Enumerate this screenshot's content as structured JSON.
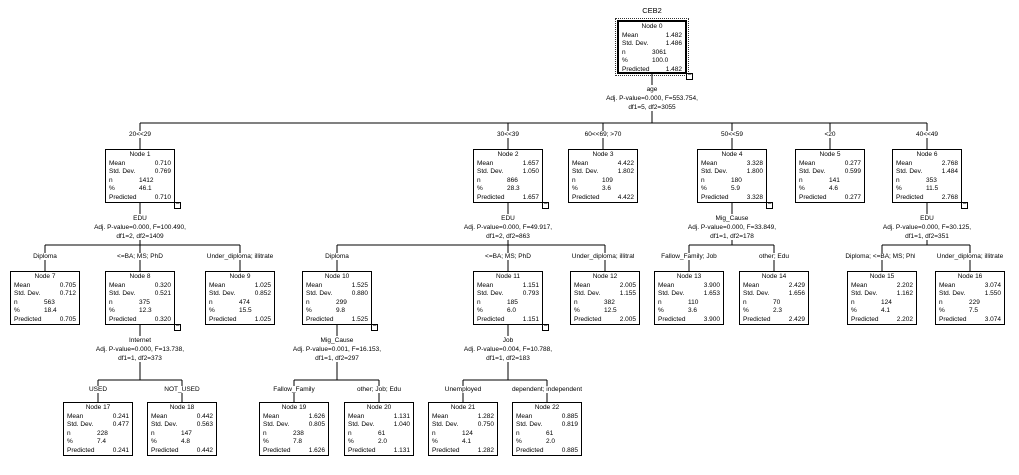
{
  "title": "CEB2",
  "labels": {
    "mean": "Mean",
    "sd": "Std. Dev.",
    "n": "n",
    "pct": "%",
    "pred": "Predicted",
    "node_prefix": "Node"
  },
  "nodes": [
    {
      "id": "0",
      "mean": "1.482",
      "sd": "1.486",
      "n": "3061",
      "pct": "100.0",
      "pred": "1.482"
    },
    {
      "id": "1",
      "mean": "0.710",
      "sd": "0.769",
      "n": "1412",
      "pct": "46.1",
      "pred": "0.710"
    },
    {
      "id": "2",
      "mean": "1.657",
      "sd": "1.050",
      "n": "866",
      "pct": "28.3",
      "pred": "1.657"
    },
    {
      "id": "3",
      "mean": "4.422",
      "sd": "1.802",
      "n": "109",
      "pct": "3.6",
      "pred": "4.422"
    },
    {
      "id": "4",
      "mean": "3.328",
      "sd": "1.800",
      "n": "180",
      "pct": "5.9",
      "pred": "3.328"
    },
    {
      "id": "5",
      "mean": "0.277",
      "sd": "0.599",
      "n": "141",
      "pct": "4.6",
      "pred": "0.277"
    },
    {
      "id": "6",
      "mean": "2.768",
      "sd": "1.484",
      "n": "353",
      "pct": "11.5",
      "pred": "2.768"
    },
    {
      "id": "7",
      "mean": "0.705",
      "sd": "0.712",
      "n": "563",
      "pct": "18.4",
      "pred": "0.705"
    },
    {
      "id": "8",
      "mean": "0.320",
      "sd": "0.521",
      "n": "375",
      "pct": "12.3",
      "pred": "0.320"
    },
    {
      "id": "9",
      "mean": "1.025",
      "sd": "0.852",
      "n": "474",
      "pct": "15.5",
      "pred": "1.025"
    },
    {
      "id": "10",
      "mean": "1.525",
      "sd": "0.880",
      "n": "299",
      "pct": "9.8",
      "pred": "1.525"
    },
    {
      "id": "11",
      "mean": "1.151",
      "sd": "0.793",
      "n": "185",
      "pct": "6.0",
      "pred": "1.151"
    },
    {
      "id": "12",
      "mean": "2.005",
      "sd": "1.155",
      "n": "382",
      "pct": "12.5",
      "pred": "2.005"
    },
    {
      "id": "13",
      "mean": "3.900",
      "sd": "1.653",
      "n": "110",
      "pct": "3.6",
      "pred": "3.900"
    },
    {
      "id": "14",
      "mean": "2.429",
      "sd": "1.656",
      "n": "70",
      "pct": "2.3",
      "pred": "2.429"
    },
    {
      "id": "15",
      "mean": "2.202",
      "sd": "1.162",
      "n": "124",
      "pct": "4.1",
      "pred": "2.202"
    },
    {
      "id": "16",
      "mean": "3.074",
      "sd": "1.550",
      "n": "229",
      "pct": "7.5",
      "pred": "3.074"
    },
    {
      "id": "17",
      "mean": "0.241",
      "sd": "0.477",
      "n": "228",
      "pct": "7.4",
      "pred": "0.241"
    },
    {
      "id": "18",
      "mean": "0.442",
      "sd": "0.563",
      "n": "147",
      "pct": "4.8",
      "pred": "0.442"
    },
    {
      "id": "19",
      "mean": "1.626",
      "sd": "0.805",
      "n": "238",
      "pct": "7.8",
      "pred": "1.626"
    },
    {
      "id": "20",
      "mean": "1.131",
      "sd": "1.040",
      "n": "61",
      "pct": "2.0",
      "pred": "1.131"
    },
    {
      "id": "21",
      "mean": "1.282",
      "sd": "0.750",
      "n": "124",
      "pct": "4.1",
      "pred": "1.282"
    },
    {
      "id": "22",
      "mean": "0.885",
      "sd": "0.819",
      "n": "61",
      "pct": "2.0",
      "pred": "0.885"
    }
  ],
  "splits": [
    {
      "node": "0",
      "var": "age",
      "stat": "Adj. P-value=0.000, F=553.754,",
      "df": "df1=5, df2=3055"
    },
    {
      "node": "1",
      "var": "EDU",
      "stat": "Adj. P-value=0.000, F=100.490,",
      "df": "df1=2, df2=1409"
    },
    {
      "node": "2",
      "var": "EDU",
      "stat": "Adj. P-value=0.000, F=49.917,",
      "df": "df1=2, df2=863"
    },
    {
      "node": "4",
      "var": "Mig_Cause",
      "stat": "Adj. P-value=0.000, F=33.849,",
      "df": "df1=1, df2=178"
    },
    {
      "node": "6",
      "var": "EDU",
      "stat": "Adj. P-value=0.000, F=30.125,",
      "df": "df1=1, df2=351"
    },
    {
      "node": "8",
      "var": "Internet",
      "stat": "Adj. P-value=0.000, F=13.738,",
      "df": "df1=1, df2=373"
    },
    {
      "node": "10",
      "var": "Mig_Cause",
      "stat": "Adj. P-value=0.001, F=16.153,",
      "df": "df1=1, df2=297"
    },
    {
      "node": "11",
      "var": "Job",
      "stat": "Adj. P-value=0.004, F=10.788,",
      "df": "df1=1, df2=183"
    }
  ],
  "branches": {
    "1": "20<<29",
    "2": "30<<39",
    "3": "60<<69; >70",
    "4": "50<<59",
    "5": "<20",
    "6": "40<<49",
    "7": "Diploma",
    "8": "<=BA; MS; PhD",
    "9": "Under_diploma; illitrate",
    "10": "Diploma",
    "11": "<=BA; MS; PhD",
    "12": "Under_diploma; illitrate",
    "13": "Fallow_Family; Job",
    "14": "other; Edu",
    "15": "Diploma; <=BA; MS; PhD",
    "16": "Under_diploma; illitrate",
    "17": "USED",
    "18": "NOT_USED",
    "19": "Fallow_Family",
    "20": "other; Job; Edu",
    "21": "Unemployed",
    "22": "dependent; independent"
  },
  "toggle_symbol": "−"
}
